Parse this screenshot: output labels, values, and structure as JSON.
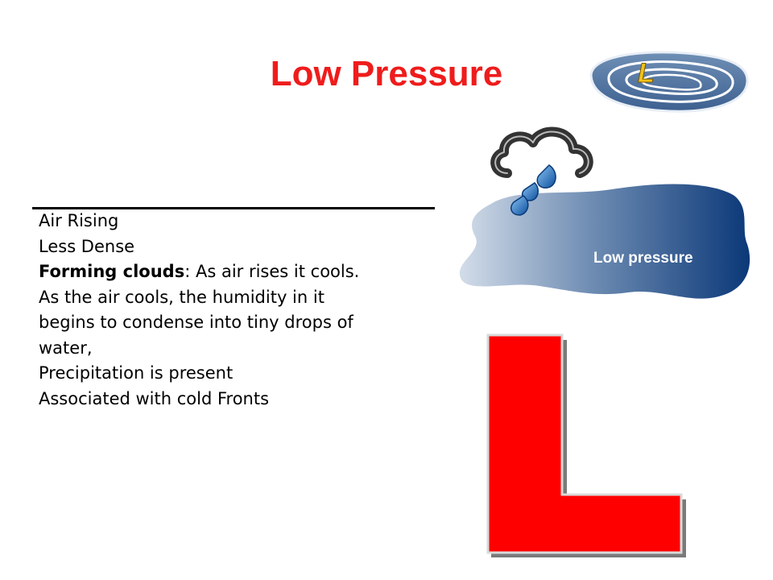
{
  "slide": {
    "title": "Low Pressure",
    "points": [
      {
        "text": "Air Rising"
      },
      {
        "text": "Less Dense"
      },
      {
        "bold": "Forming clouds",
        "text": ": As air rises it cools."
      },
      {
        "text": "As the air cools, the humidity in it"
      },
      {
        "text": "begins to condense into tiny drops of"
      },
      {
        "text": "water,"
      },
      {
        "text": "Precipitation is present"
      },
      {
        "text": "Associated with cold Fronts"
      }
    ]
  },
  "graphics": {
    "map_icon_letter": "L",
    "pressure_label": "Low pressure",
    "icons": [
      "isobar-map-icon",
      "rain-cloud-icon",
      "low-pressure-puddle",
      "big-letter-l"
    ],
    "colors": {
      "title": "#ef1c1c",
      "letter_red": "#ff0000",
      "puddle_dark": "#0e3f7d",
      "puddle_light": "#c9d6e6",
      "icon_letter": "#f3c21a"
    }
  }
}
